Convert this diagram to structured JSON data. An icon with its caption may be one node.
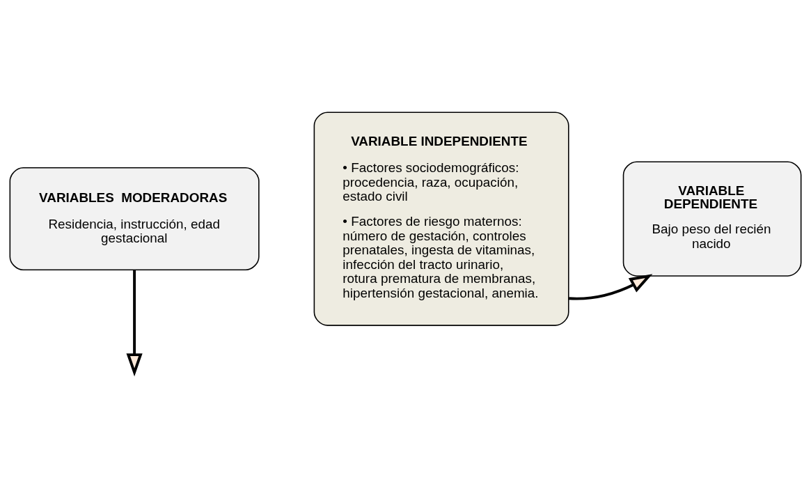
{
  "diagram": {
    "nodes": [
      {
        "text": [
          "VARIABLES  MODERADORAS",
          "Residencia, instrucción, edad gestacional"
        ]
      },
      {
        "text": [
          "VARIABLE INDEPENDIENTE",
          "• Factores sociodemográficos: procedencia, raza, ocupación, estado civil",
          "• Factores de riesgo maternos: número de gestación, controles prenatales, ingesta de vitaminas, infección del tracto urinario, rotura prematura de membranas, hipertensión gestacional, anemia."
        ]
      },
      {
        "text": [
          "VARIABLE DEPENDIENTE",
          "Bajo peso del recién nacido"
        ]
      }
    ],
    "edges": [
      {
        "from": 0,
        "to": null,
        "arrow": "to"
      },
      {
        "from": 1,
        "to": 2,
        "arrow": "to"
      }
    ]
  }
}
